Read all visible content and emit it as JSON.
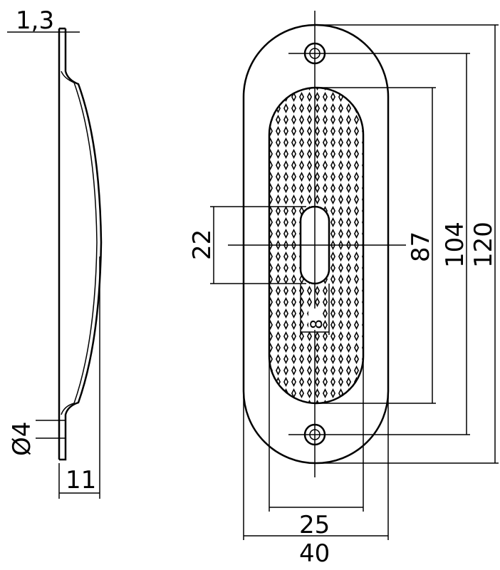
{
  "drawing": {
    "side_view": {
      "thickness_label": "1,3",
      "hole_label": "Ø4",
      "depth_label": "11"
    },
    "front_view": {
      "slot_height_label": "22",
      "slot_width_label": "8",
      "pattern_height_label": "87",
      "hole_spacing_label": "104",
      "overall_height_label": "120",
      "pattern_width_label": "25",
      "overall_width_label": "40"
    },
    "colors": {
      "line": "#000000",
      "background": "#ffffff"
    }
  }
}
